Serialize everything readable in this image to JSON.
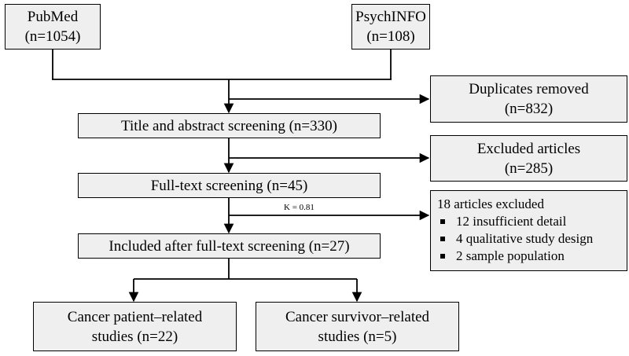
{
  "sources": [
    {
      "name": "PubMed",
      "count": "(n=1054)"
    },
    {
      "name": "PsychINFO",
      "count": "(n=108)"
    }
  ],
  "duplicates": {
    "label": "Duplicates removed",
    "count": "(n=832)"
  },
  "title_abstract": {
    "label": "Title and abstract screening (n=330)"
  },
  "excluded": {
    "label": "Excluded articles",
    "count": "(n=285)"
  },
  "fulltext": {
    "label": "Full-text screening (n=45)"
  },
  "kappa": "K = 0.81",
  "fulltext_excluded": {
    "heading": "18 articles excluded",
    "items": [
      "12 insufficient detail",
      "4 qualitative study design",
      "2 sample population"
    ]
  },
  "included": {
    "label": "Included after full-text screening (n=27)"
  },
  "outcomes": [
    {
      "line1": "Cancer patient–related",
      "line2": "studies (n=22)"
    },
    {
      "line1": "Cancer survivor–related",
      "line2": "studies (n=5)"
    }
  ]
}
